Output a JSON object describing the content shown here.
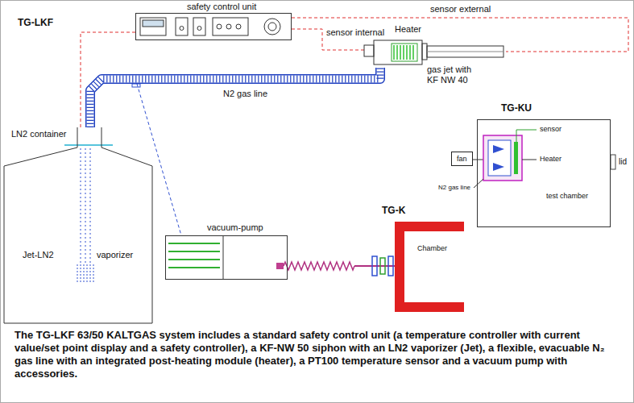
{
  "diagram": {
    "title": "TG-LKF",
    "caption": "The TG-LKF 63/50 KALTGAS system includes a standard safety control unit (a temperature controller with current value/set point display and a safety controller), a KF-NW 50 siphon with an LN2 vaporizer (Jet), a flexible, evacuable N₂ gas line with an integrated post-heating module (heater), a PT100 temperature sensor and a vacuum pump with accessories.",
    "nodes": [
      {
        "text": [
          "safety control unit"
        ]
      },
      {
        "text": [
          "LN2 container",
          "Jet-LN2",
          "vaporizer"
        ]
      },
      {
        "text": [
          "vacuum-pump"
        ]
      },
      {
        "text": [
          "Heater"
        ]
      },
      {
        "text": [
          "TG-KU",
          "test chamber"
        ]
      },
      {
        "text": [
          "fan"
        ]
      },
      {
        "text": [
          "TG-K",
          "Chamber"
        ]
      }
    ],
    "edges": [
      {
        "from": 1,
        "to": 3,
        "label": "N2 gas line",
        "arrow": "none"
      },
      {
        "from": 0,
        "to": 1,
        "arrow": "none"
      },
      {
        "from": 0,
        "to": 3,
        "arrow": "none"
      }
    ],
    "labels": [
      "sensor external",
      "sensor internal",
      "gas jet with KF NW 40",
      "sensor",
      "Heater",
      "N2 gas line",
      "lid"
    ]
  }
}
